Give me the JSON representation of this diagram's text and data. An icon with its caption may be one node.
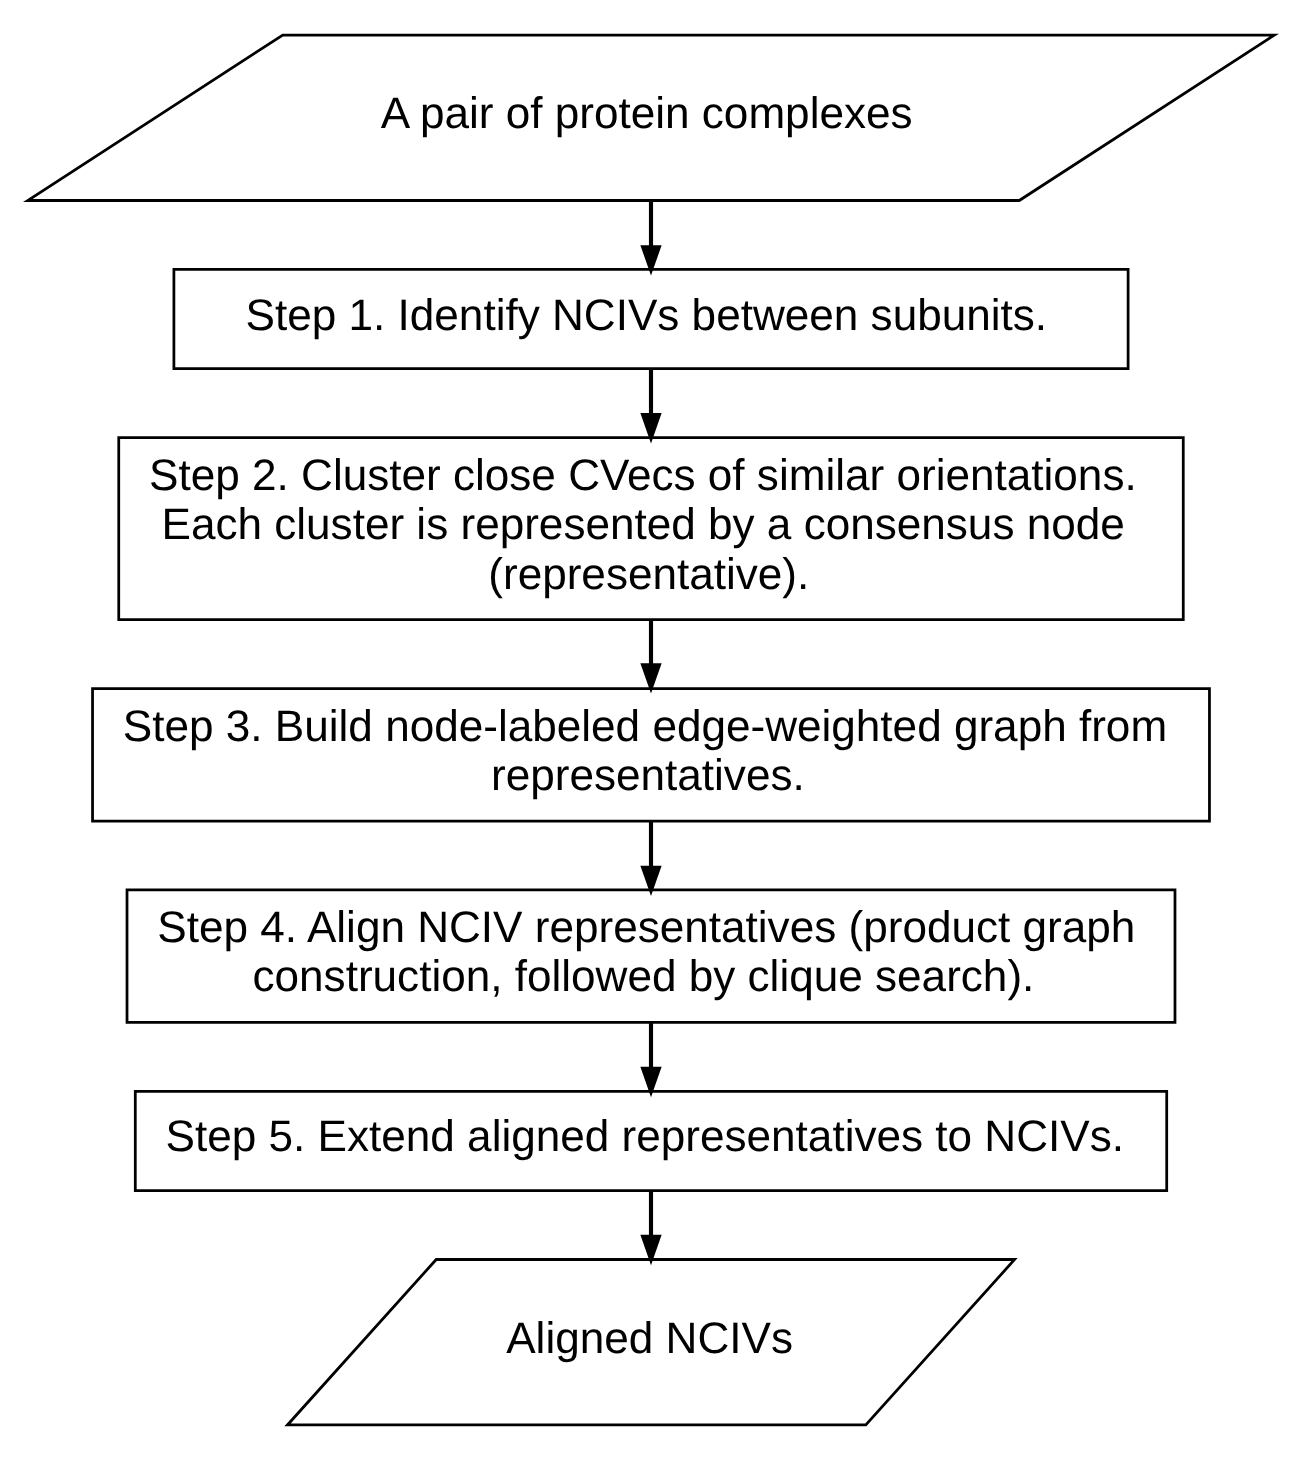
{
  "diagram": {
    "nodes": [
      {
        "text": [
          "A pair of protein complexes"
        ]
      },
      {
        "text": [
          "Step 1. Identify NCIVs between subunits."
        ]
      },
      {
        "text": [
          "Step 2. Cluster close CVecs of similar orientations. Each cluster is represented by a consensus node (representative)."
        ]
      },
      {
        "text": [
          "Step 3. Build node-labeled edge-weighted graph from representatives."
        ]
      },
      {
        "text": [
          "Step 4. Align NCIV representatives (product graph construction, followed by clique search)."
        ]
      },
      {
        "text": [
          "Step 5. Extend aligned representatives to NCIVs."
        ]
      },
      {
        "text": [
          "Aligned NCIVs"
        ]
      }
    ],
    "edges": [
      {
        "from": 0,
        "to": 1,
        "arrow": "to"
      },
      {
        "from": 1,
        "to": 2,
        "arrow": "to"
      },
      {
        "from": 2,
        "to": 3,
        "arrow": "to"
      },
      {
        "from": 3,
        "to": 4,
        "arrow": "to"
      },
      {
        "from": 4,
        "to": 5,
        "arrow": "to"
      },
      {
        "from": 5,
        "to": 6,
        "arrow": "to"
      }
    ]
  }
}
